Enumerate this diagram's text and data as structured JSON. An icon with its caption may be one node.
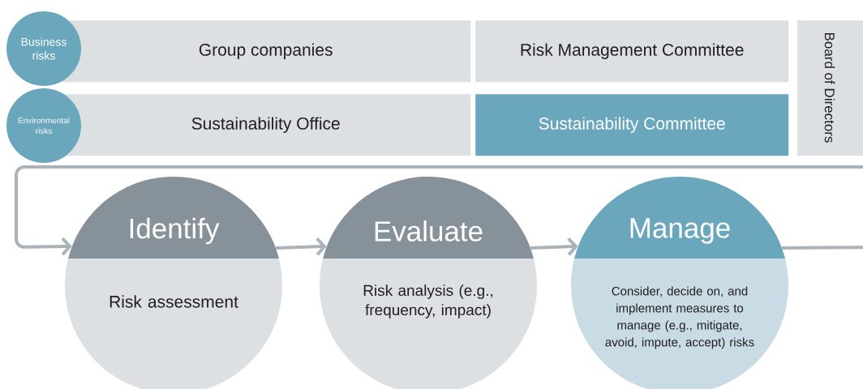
{
  "diagram": {
    "nodes": [
      {
        "text": [
          "Business risks"
        ]
      },
      {
        "text": [
          "Group companies"
        ]
      },
      {
        "text": [
          "Risk Management Committee"
        ]
      },
      {
        "text": [
          "Environmental risks"
        ]
      },
      {
        "text": [
          "Sustainability Office"
        ]
      },
      {
        "text": [
          "Sustainability Committee"
        ]
      },
      {
        "text": [
          "Board of Directors"
        ]
      },
      {
        "text": [
          "Identify",
          "Risk assessment"
        ]
      },
      {
        "text": [
          "Evaluate",
          "Risk analysis (e.g., frequency, impact)"
        ]
      },
      {
        "text": [
          "Manage",
          "Consider, decide on, and implement measures to manage (e.g., mitigate, avoid, impute, accept) risks"
        ]
      }
    ],
    "edges": [
      {
        "from": 7,
        "to": 8,
        "arrow": "to"
      },
      {
        "from": 8,
        "to": 9,
        "arrow": "to"
      },
      {
        "from": 9,
        "to": 7,
        "arrow": "to"
      }
    ]
  }
}
